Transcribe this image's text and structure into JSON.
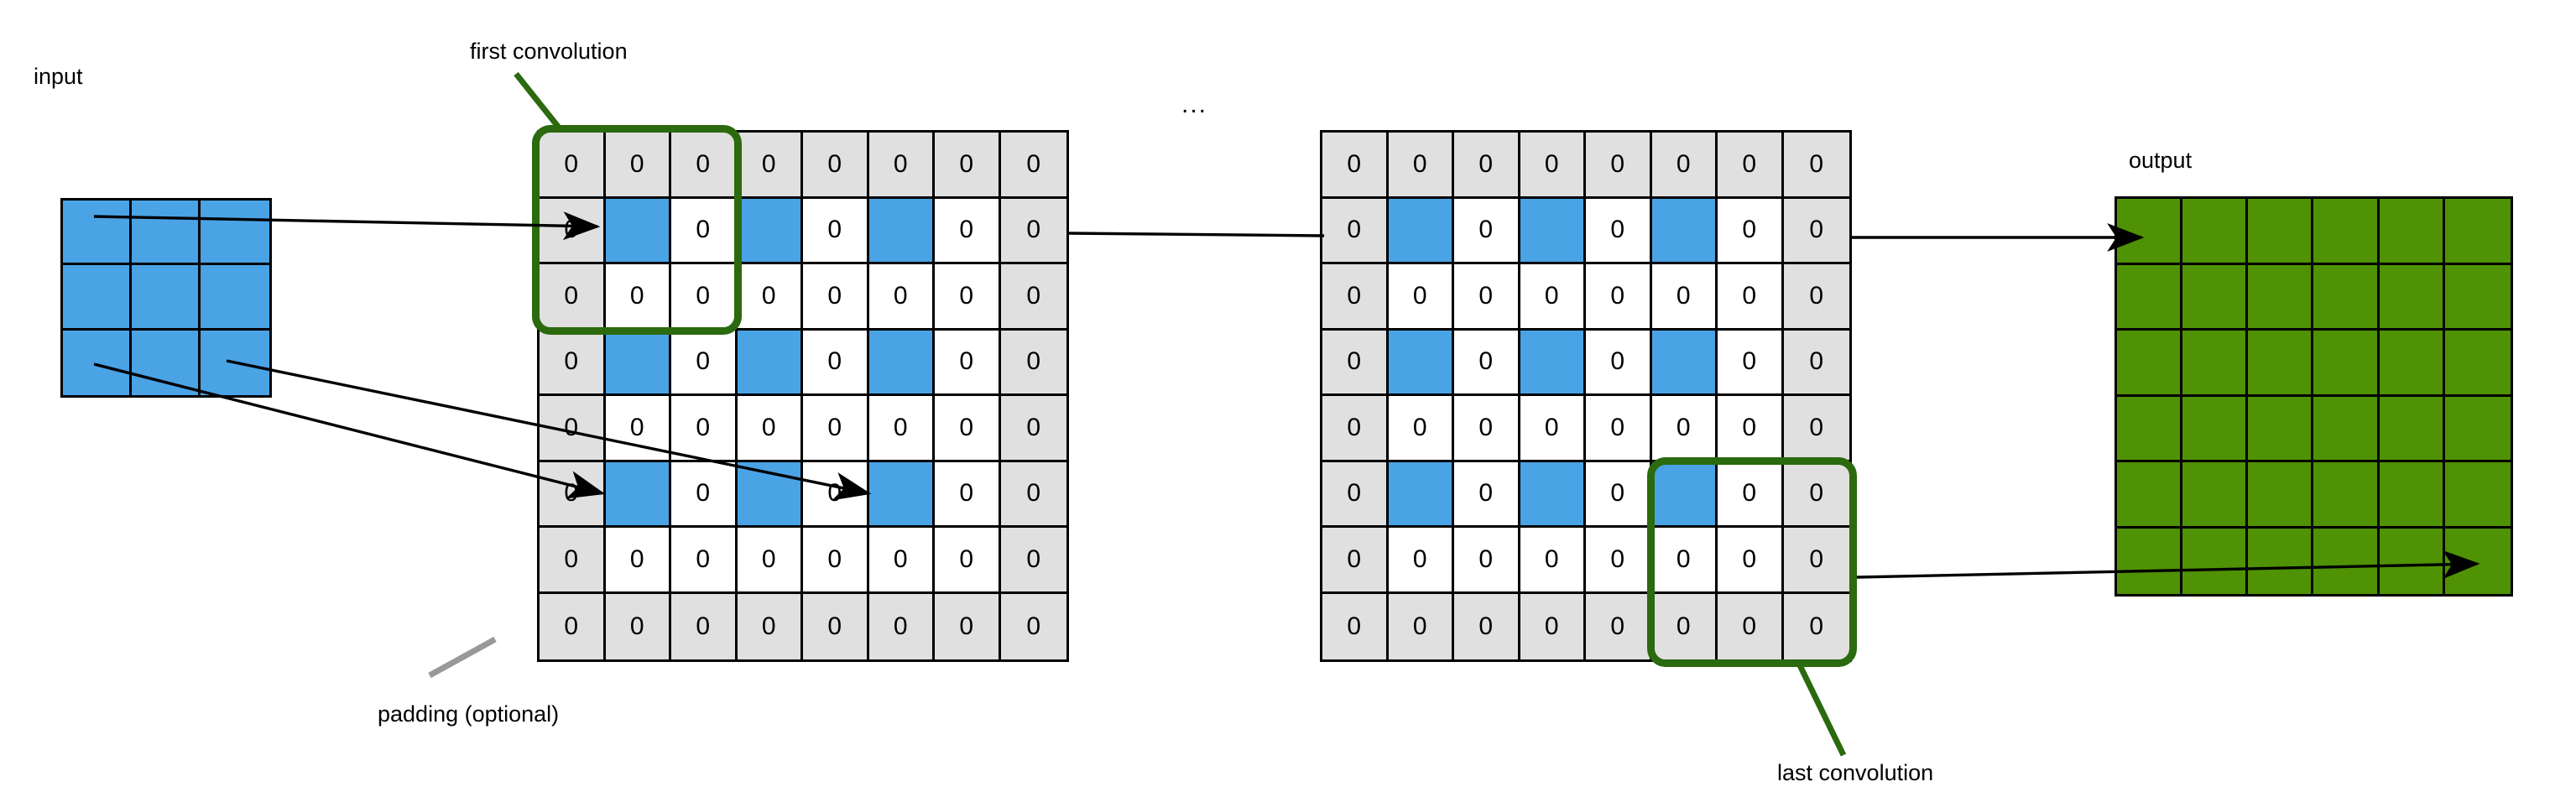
{
  "diagram": {
    "title_labels": {
      "input": "input",
      "output": "output",
      "first_convolution": "first convolution",
      "last_convolution": "last convolution",
      "padding": "padding (optional)",
      "ellipsis": "..."
    },
    "colors": {
      "padding_cell": "#e0e0e0",
      "feature_cell": "#ffffff",
      "active_cell": "#4aa3e5",
      "output_cell": "#4f9203",
      "highlight_border": "#2b6a0e",
      "line": "#000000",
      "padding_leader": "#999999",
      "background": "#ffffff"
    },
    "cell_value": "0",
    "input_grid": {
      "rows": 3,
      "cols": 3,
      "cells": [
        [
          "blue",
          "blue",
          "blue"
        ],
        [
          "blue",
          "blue",
          "blue"
        ],
        [
          "blue",
          "blue",
          "blue"
        ]
      ]
    },
    "padded_grid_first": {
      "rows": 8,
      "cols": 8,
      "cells": [
        [
          "pad",
          "pad",
          "pad",
          "pad",
          "pad",
          "pad",
          "pad",
          "pad"
        ],
        [
          "pad",
          "blue",
          "white",
          "blue",
          "white",
          "blue",
          "white",
          "pad"
        ],
        [
          "pad",
          "white",
          "white",
          "white",
          "white",
          "white",
          "white",
          "pad"
        ],
        [
          "pad",
          "blue",
          "white",
          "blue",
          "white",
          "blue",
          "white",
          "pad"
        ],
        [
          "pad",
          "white",
          "white",
          "white",
          "white",
          "white",
          "white",
          "pad"
        ],
        [
          "pad",
          "blue",
          "white",
          "blue",
          "white",
          "blue",
          "white",
          "pad"
        ],
        [
          "pad",
          "white",
          "white",
          "white",
          "white",
          "white",
          "white",
          "pad"
        ],
        [
          "pad",
          "pad",
          "pad",
          "pad",
          "pad",
          "pad",
          "pad",
          "pad"
        ]
      ],
      "highlight": {
        "row_start": 0,
        "col_start": 0,
        "rows": 3,
        "cols": 3
      }
    },
    "padded_grid_last": {
      "rows": 8,
      "cols": 8,
      "cells": [
        [
          "pad",
          "pad",
          "pad",
          "pad",
          "pad",
          "pad",
          "pad",
          "pad"
        ],
        [
          "pad",
          "blue",
          "white",
          "blue",
          "white",
          "blue",
          "white",
          "pad"
        ],
        [
          "pad",
          "white",
          "white",
          "white",
          "white",
          "white",
          "white",
          "pad"
        ],
        [
          "pad",
          "blue",
          "white",
          "blue",
          "white",
          "blue",
          "white",
          "pad"
        ],
        [
          "pad",
          "white",
          "white",
          "white",
          "white",
          "white",
          "white",
          "pad"
        ],
        [
          "pad",
          "blue",
          "white",
          "blue",
          "white",
          "blue",
          "white",
          "pad"
        ],
        [
          "pad",
          "white",
          "white",
          "white",
          "white",
          "white",
          "white",
          "pad"
        ],
        [
          "pad",
          "pad",
          "pad",
          "pad",
          "pad",
          "pad",
          "pad",
          "pad"
        ]
      ],
      "highlight": {
        "row_start": 5,
        "col_start": 5,
        "rows": 3,
        "cols": 3
      }
    },
    "output_grid": {
      "rows": 6,
      "cols": 6,
      "cells": [
        [
          "green",
          "green",
          "green",
          "green",
          "green",
          "green"
        ],
        [
          "green",
          "green",
          "green",
          "green",
          "green",
          "green"
        ],
        [
          "green",
          "green",
          "green",
          "green",
          "green",
          "green"
        ],
        [
          "green",
          "green",
          "green",
          "green",
          "green",
          "green"
        ],
        [
          "green",
          "green",
          "green",
          "green",
          "green",
          "green"
        ],
        [
          "green",
          "green",
          "green",
          "green",
          "green",
          "green"
        ]
      ]
    }
  }
}
